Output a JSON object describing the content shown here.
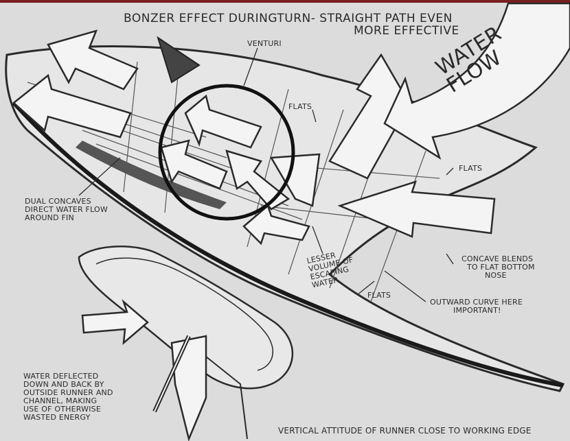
{
  "title": {
    "line1": "BONZER EFFECT DURINGTURN- STRAIGHT PATH EVEN",
    "line2": "MORE EFFECTIVE"
  },
  "labels": {
    "water_flow": "WATER FLOW",
    "venturi": "VENTURI",
    "flats_top": "FLATS",
    "flats_right": "FLATS",
    "flats_bottom": "FLATS",
    "dual_concaves": [
      "DUAL CONCAVES",
      "DIRECT WATER FLOW",
      "AROUND FIN"
    ],
    "lesser_volume": [
      "LESSER",
      "VOLUME OF",
      "ESCAPING",
      "WATER"
    ],
    "concave_blends": [
      "CONCAVE BLENDS",
      "TO FLAT BOTTOM",
      "NOSE"
    ],
    "outward_curve": [
      "OUTWARD CURVE HERE",
      "IMPORTANT!"
    ],
    "water_deflected": [
      "WATER DEFLECTED",
      "DOWN AND BACK BY",
      "OUTSIDE RUNNER AND",
      "CHANNEL, MAKING",
      "USE OF OTHERWISE",
      "WASTED ENERGY"
    ],
    "vertical_attitude": "VERTICAL ATTITUDE OF RUNNER CLOSE TO WORKING EDGE"
  },
  "colors": {
    "paper": "#dcdcdc",
    "ink": "#2a2a2a",
    "arrow_fill": "#f4f4f4",
    "accent_red": "#7a1f1f"
  }
}
